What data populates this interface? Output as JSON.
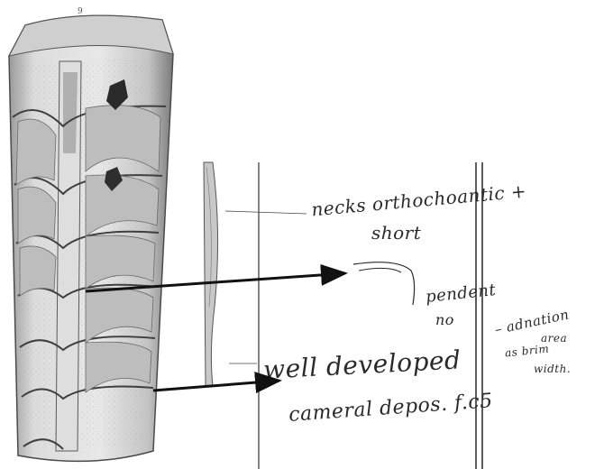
{
  "figure_number": "9",
  "annotations": {
    "line1": "necks orthochoantic +",
    "line2": "short",
    "pendent_1": "pendent",
    "pendent_2": "no",
    "adnation_1": "– adnation",
    "adnation_2": "area",
    "adnation_3": "as brim",
    "adnation_4": "width.",
    "well_developed": "well developed",
    "cameral_deposits": "cameral depos. f.c5"
  },
  "colors": {
    "ink": "#2a2a2a",
    "arrow": "#111111",
    "fossil_fill": "#d9d9d9",
    "fossil_dark": "#6a6a6a"
  }
}
